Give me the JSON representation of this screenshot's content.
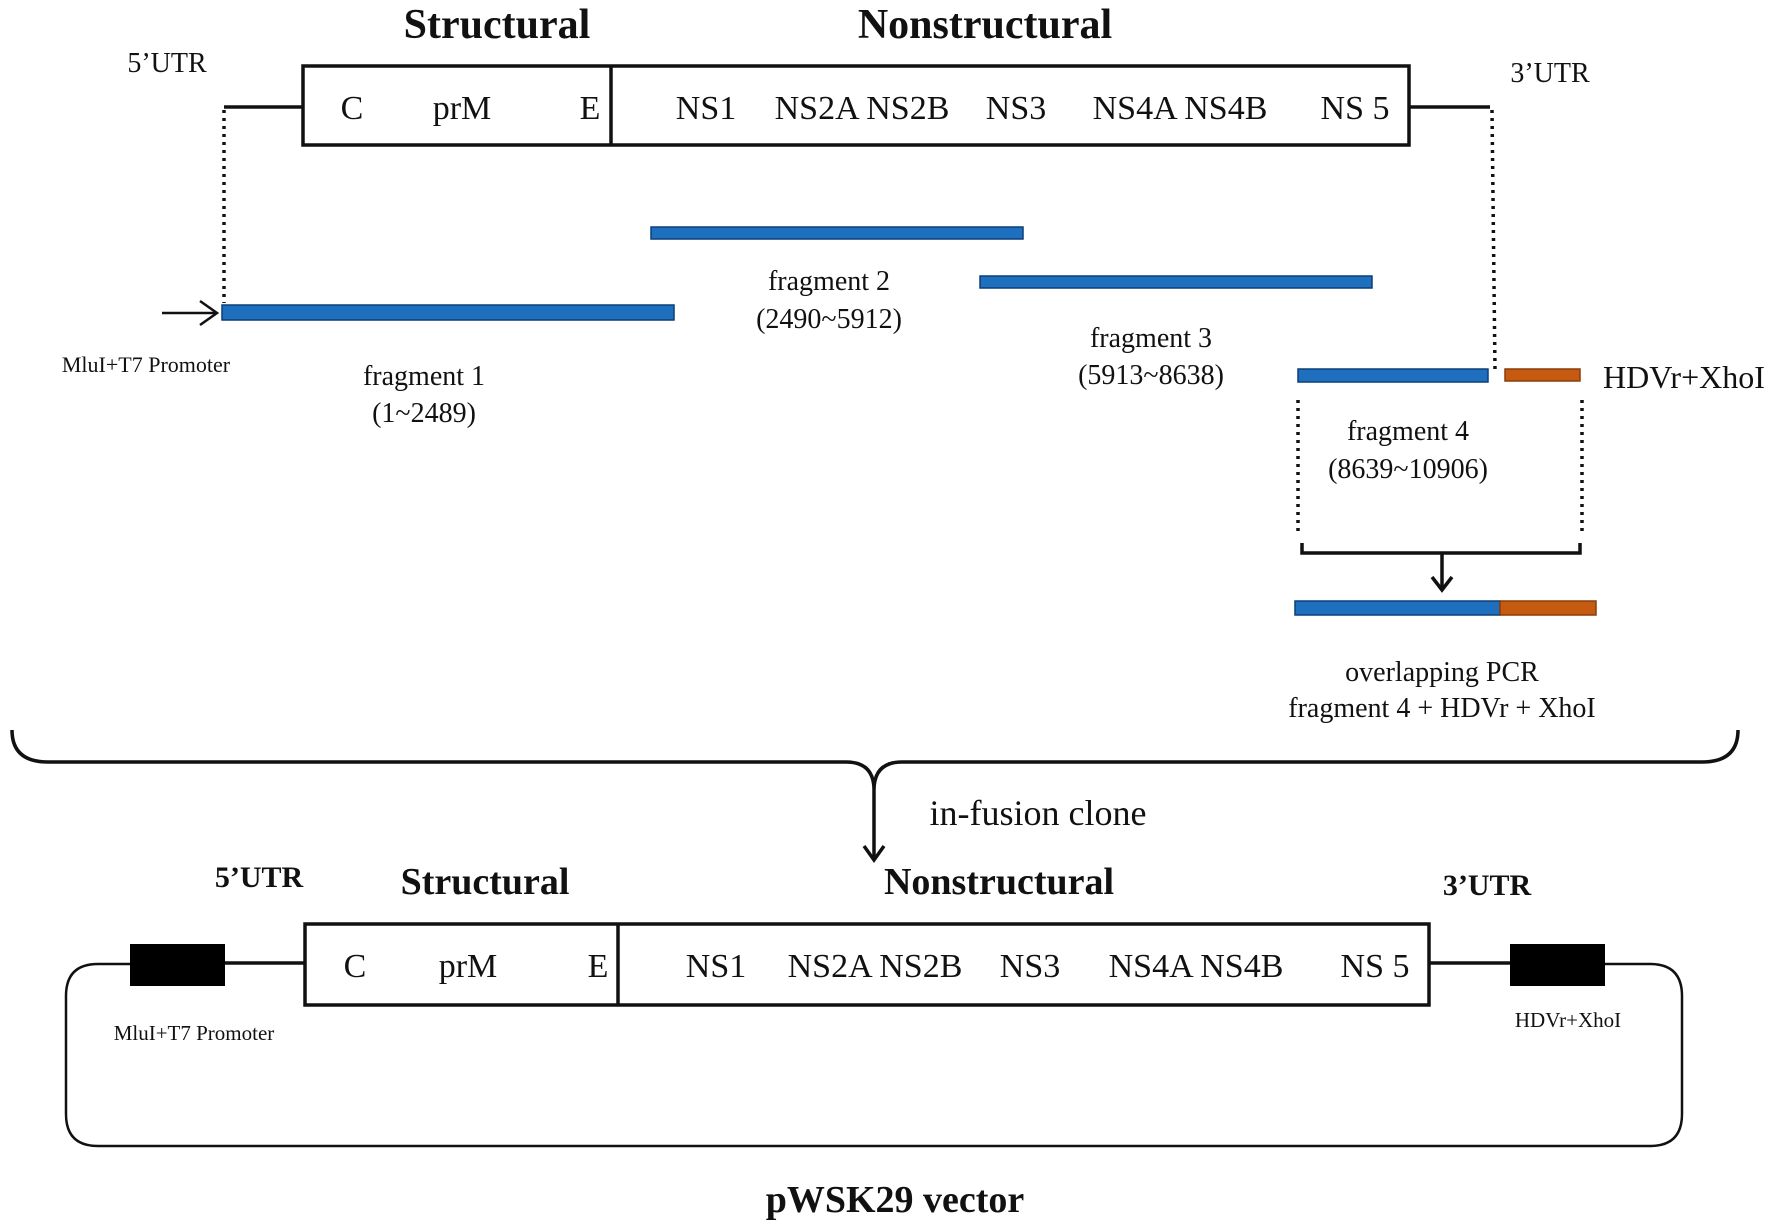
{
  "colors": {
    "fragment": "#1f6fbf",
    "hdv": "#c55a11",
    "marker": "#000000"
  },
  "top": {
    "structural": "Structural",
    "nonstructural": "Nonstructural",
    "utr5": "5’UTR",
    "utr3": "3’UTR",
    "genes": [
      "C",
      "prM",
      "E",
      "NS1",
      "NS2A NS2B",
      "NS3",
      "NS4A NS4B",
      "NS 5"
    ]
  },
  "fragments": {
    "f1": {
      "name": "fragment 1",
      "range": "(1~2489)"
    },
    "f2": {
      "name": "fragment 2",
      "range": "(2490~5912)"
    },
    "f3": {
      "name": "fragment 3",
      "range": "(5913~8638)"
    },
    "f4": {
      "name": "fragment 4",
      "range": "(8639~10906)"
    }
  },
  "labels": {
    "promoter": "MluI+T7 Promoter",
    "hdv": "HDVr+XhoI",
    "overlap_line1": "overlapping PCR",
    "overlap_line2": "fragment 4 + HDVr + XhoI",
    "infusion": "in-fusion clone"
  },
  "bottom": {
    "structural": "Structural",
    "nonstructural": "Nonstructural",
    "utr5": "5’UTR",
    "utr3": "3’UTR",
    "genes": [
      "C",
      "prM",
      "E",
      "NS1",
      "NS2A NS2B",
      "NS3",
      "NS4A NS4B",
      "NS 5"
    ],
    "promoter": "MluI+T7 Promoter",
    "hdv": "HDVr+XhoI",
    "vector": "pWSK29 vector"
  }
}
